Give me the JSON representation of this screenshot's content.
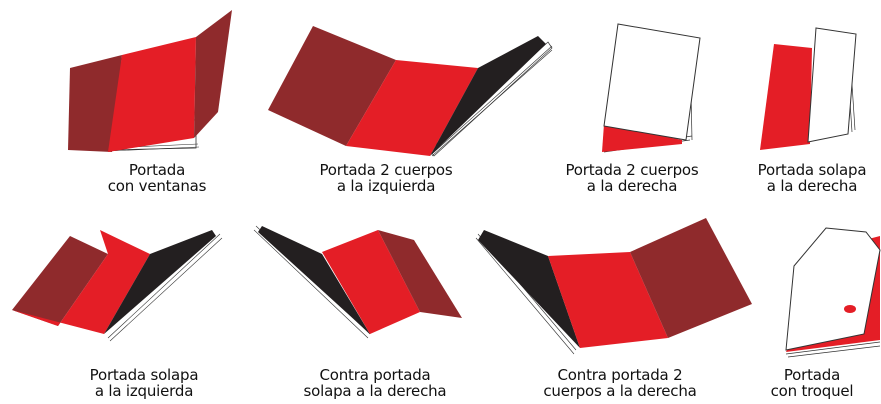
{
  "items": [
    {
      "caption": [
        "Portada",
        "con ventanas"
      ]
    },
    {
      "caption": [
        "Portada 2 cuerpos",
        "a la izquierda"
      ]
    },
    {
      "caption": [
        "Portada 2 cuerpos",
        "a la derecha"
      ]
    },
    {
      "caption": [
        "Portada solapa",
        "a la derecha"
      ]
    },
    {
      "caption": [
        "Portada solapa",
        "a la izquierda"
      ]
    },
    {
      "caption": [
        "Contra portada",
        "solapa a la derecha"
      ]
    },
    {
      "caption": [
        "Contra portada 2",
        "cuerpos a la derecha"
      ]
    },
    {
      "caption": [
        "Portada",
        "con troquel"
      ]
    }
  ],
  "colors": {
    "red": "#e41e26",
    "dark_red": "#8f2a2c",
    "black": "#231f20",
    "paper": "#ffffff",
    "outline": "#333333"
  }
}
